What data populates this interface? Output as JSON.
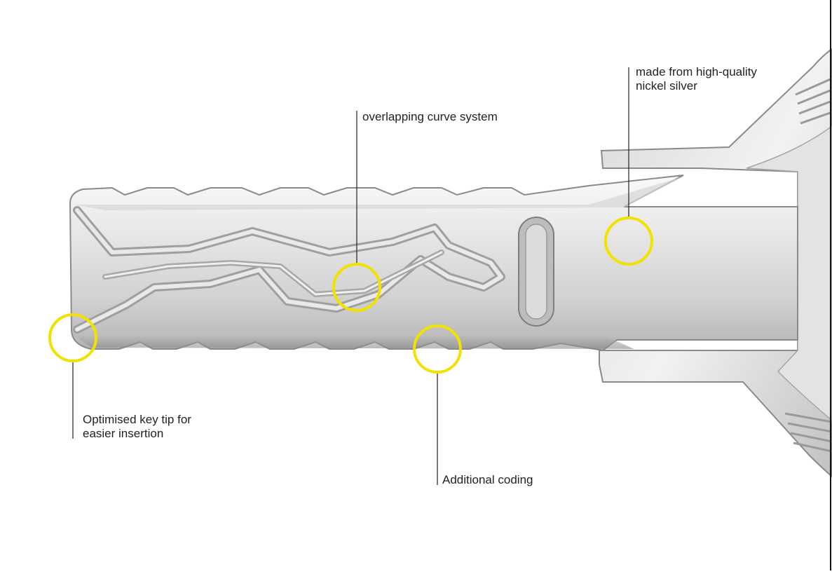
{
  "callouts": {
    "material": {
      "lines": [
        "made from high-quality",
        "nickel silver"
      ]
    },
    "curve": {
      "lines": [
        "overlapping curve system"
      ]
    },
    "tip": {
      "lines": [
        "Optimised key tip for",
        "easier insertion"
      ]
    },
    "coding": {
      "lines": [
        "Additional coding"
      ]
    }
  },
  "colors": {
    "marker": "#f2e200",
    "leader": "#222222",
    "metal_light": "#f1f1f1",
    "metal_mid": "#c9c9c9",
    "metal_dark": "#8e8e8e"
  }
}
